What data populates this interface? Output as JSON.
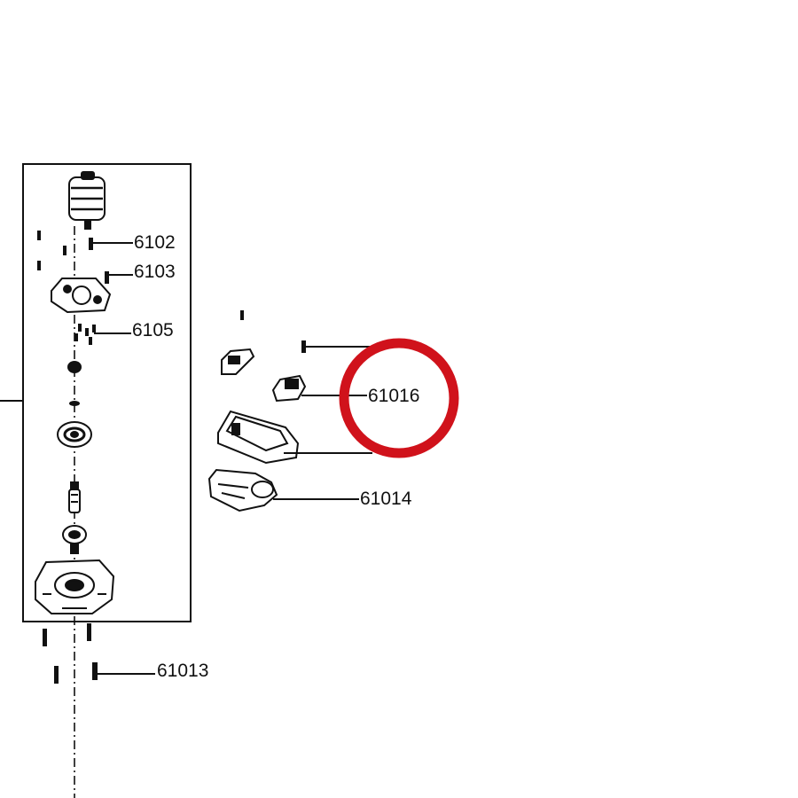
{
  "diagram": {
    "callouts": {
      "c6102": "6102",
      "c6103": "6103",
      "c6105": "6105",
      "c61016": "61016",
      "c61014": "61014",
      "c61013": "61013"
    },
    "highlight_color": "#d0121b",
    "line_color": "#111111"
  }
}
